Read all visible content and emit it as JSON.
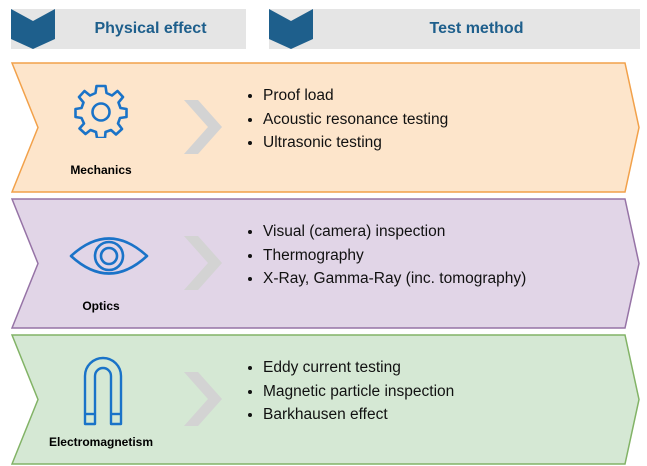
{
  "headers": {
    "physical_effect": "Physical effect",
    "test_method": "Test method"
  },
  "colors": {
    "header_bg": "#e5e5e5",
    "header_text": "#1e5f8c",
    "icon_blue": "#1a73c8",
    "mechanics_fill": "#fde5cb",
    "mechanics_stroke": "#f2a14a",
    "optics_fill": "#e1d5e7",
    "optics_stroke": "#9673a6",
    "em_fill": "#d5e8d4",
    "em_stroke": "#82b366",
    "arrow_gray": "#d3d3d3"
  },
  "rows": [
    {
      "category": "Mechanics",
      "icon": "gear-icon",
      "methods": [
        "Proof load",
        "Acoustic resonance testing",
        "Ultrasonic testing"
      ]
    },
    {
      "category": "Optics",
      "icon": "eye-icon",
      "methods": [
        "Visual (camera) inspection",
        "Thermography",
        "X-Ray, Gamma-Ray (inc. tomography)"
      ]
    },
    {
      "category": "Electromagnetism",
      "icon": "magnet-icon",
      "methods": [
        "Eddy current testing",
        "Magnetic particle inspection",
        "Barkhausen effect"
      ]
    }
  ]
}
